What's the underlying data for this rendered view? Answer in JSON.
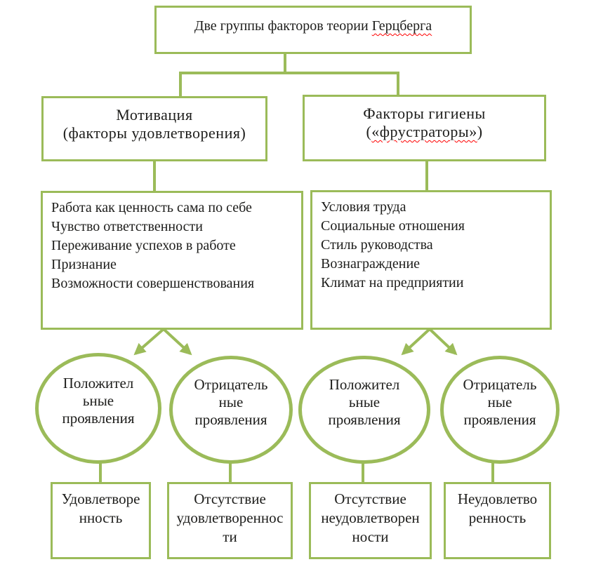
{
  "colors": {
    "shape_outline_green": "#9bbb59",
    "spellcheck_red": "#ff0000",
    "text_black": "#1d1d1b",
    "background_white": "#ffffff"
  },
  "title": {
    "text_before": "Две группы факторов теории ",
    "misspelled_word": "Герцберга"
  },
  "branches": {
    "motivation": {
      "heading_line1": "Мотивация",
      "heading_line2": "(факторы удовлетворения)",
      "factors": [
        "Работа как ценность сама по себе",
        "Чувство ответственности",
        "Переживание успехов в работе",
        "Признание",
        "Возможности совершенствования"
      ]
    },
    "hygiene": {
      "heading_line1": "Факторы гигиены",
      "heading_line2_prefix": "(",
      "heading_line2_misspelled": "«фрустраторы»",
      "heading_line2_suffix": ")",
      "factors": [
        "Условия труда",
        "Социальные отношения",
        "Стиль руководства",
        "Вознаграждение",
        "Климат на предприятии"
      ]
    }
  },
  "manifestations": {
    "positive": [
      "Положител",
      "ьные",
      "проявления"
    ],
    "negative": [
      "Отрицатель",
      "ные",
      "проявления"
    ]
  },
  "outcomes": {
    "satisfaction": [
      "Удовлетворе",
      "нность"
    ],
    "absence_of_satisfaction": [
      "Отсутствие",
      "удовлетвореннос",
      "ти"
    ],
    "absence_of_dissatisfaction": [
      "Отсутствие",
      "неудовлетворен",
      "ности"
    ],
    "dissatisfaction": [
      "Неудовлетво",
      "ренность"
    ]
  }
}
